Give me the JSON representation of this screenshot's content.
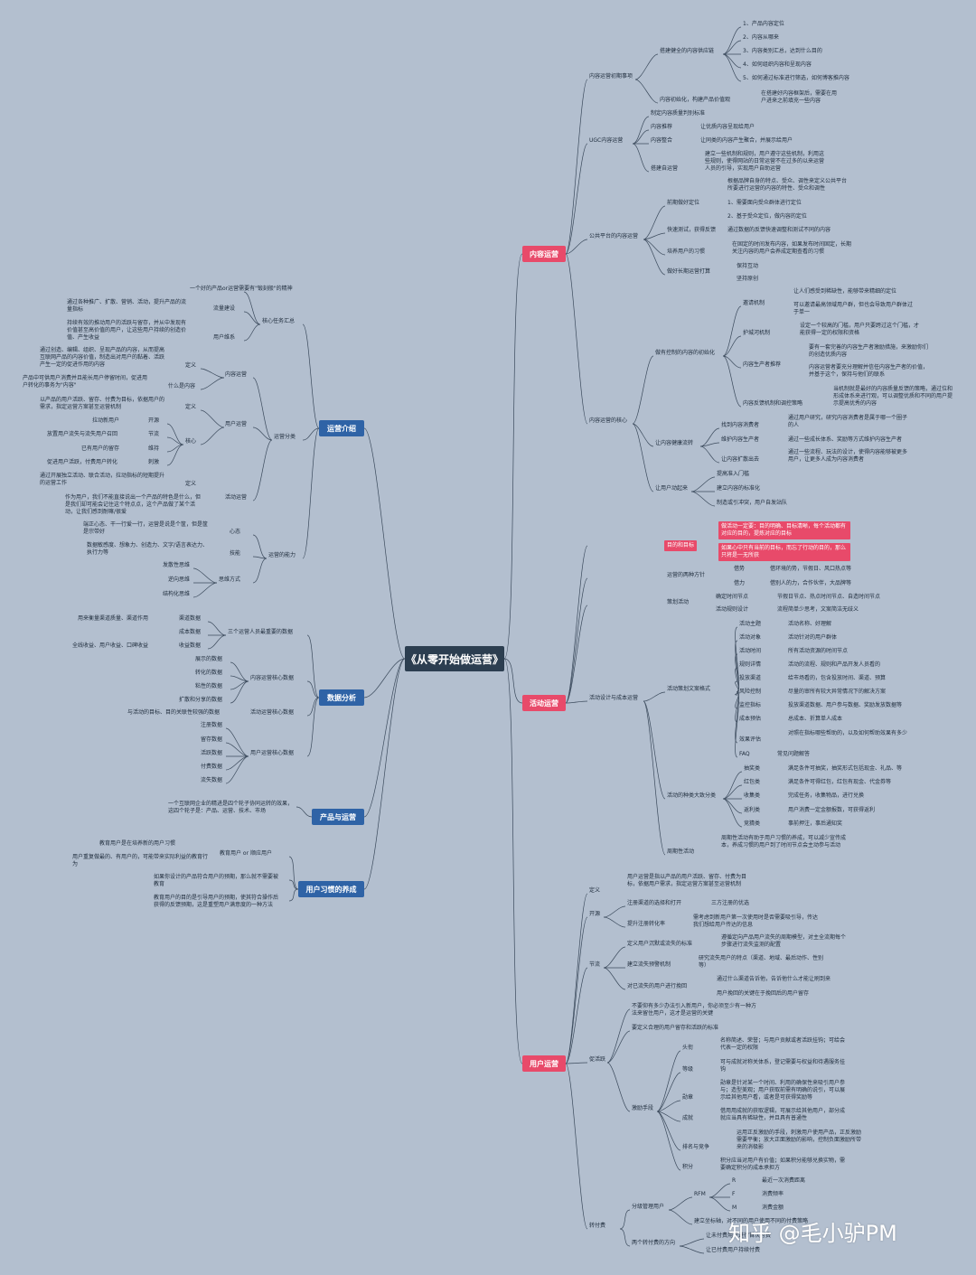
{
  "root": "《从零开始做运营》",
  "watermark": "知乎 @毛小驴PM",
  "branches": {
    "content": "内容运营",
    "activity": "活动运营",
    "user": "用户运营",
    "intro": "运营介绍",
    "data": "数据分析",
    "product": "产品与运营",
    "habit": "用户习惯的养成"
  },
  "content": {
    "s1": "内容运营初期事项",
    "s1a": "搭建健全的内容供应链",
    "s1a_items": [
      "1、产品内容定位",
      "2、内容从哪来",
      "3、内容类别汇总，达到什么目的",
      "4、如何组织内容和呈现内容",
      "5、如何通过标准进行筛选，如何博客推内容"
    ],
    "s1b": "内容初始化，构建产品价值观",
    "s1b_d": "在搭建好内容框架后，需要在用户进来之前填充一些内容",
    "s2": "UGC内容运营",
    "s2_items": [
      "制定内容质量判别标准",
      "内容推荐",
      "内容整合",
      "搭建自运营"
    ],
    "s2_d": [
      "让优质内容呈现给用户",
      "让同类的内容产生聚合，并展示给用户",
      "建立一些机制和规则，用户遵守这些机制，利用这些规则，使得网站的日常运营不在过多的以来运营人员的引导，实现用户自助运营"
    ],
    "s3": "公共平台的内容运营",
    "s3_items": [
      "前期做好定位",
      "快速测试，获得反馈",
      "培养用户的习惯",
      "做好长期运营打算"
    ],
    "s3_d": [
      "根据品牌自身的特点、受众、调性来定义公共平台所要进行运营的内容的特性、受众和调性",
      "1、需要面向受众群体进行定位",
      "2、基于受众定位，做内容的定位",
      "通过数据的反馈快速调整和测试不同的内容",
      "在固定的时间发布内容，如果发布时间固定，长期关注内容的用户会养成定期查看的习惯",
      "保持互动",
      "坚持原创"
    ],
    "s4": "内容运营的核心",
    "s4a": "做有控制的内容的初始化",
    "s4a_items": [
      "邀请机制",
      "护城河机制",
      "内容生产者推荐",
      "内容反馈机制和调控策略"
    ],
    "s4a_d": [
      "让人们感受到稀缺性，能够带来精细的定位",
      "可以邀请最高领域用户群，但也会导致用户群体过于单一",
      "设定一个较高的门槛，用户只要跨过这个门槛，才能获得一定的权限和资格",
      "要有一套完善的内容生产者激励措施，来激励你们的创造优质内容",
      "内容运营者要充分理解并信任内容生产者的价值，并基于这个，保持与他们的联系",
      "当机制就是最好的内容质量反馈的策略，通过位和形成体系来进行观，可以调整优质和不同的用户提示提高优秀的内容"
    ],
    "s4b": "让内容健康流转",
    "s4b_items": [
      "找到内容消费者",
      "维护内容生产者",
      "让内容扩散出去"
    ],
    "s4b_d": [
      "通过用户研究，研究内容消费者是属于哪一个圈子的人",
      "通过一些成长体系、奖励等方式维护内容生产者",
      "通过一些流程、玩法的设计，使得内容能够被更多用户，让更多人成为内容消费者"
    ],
    "s4c": "让用户动起来",
    "s4c_items": [
      "提高准入门槛",
      "建立内容的标准化",
      "制造或引冲突，用户自发站队"
    ]
  },
  "activity": {
    "goal": "目的和目标",
    "goal_d": [
      "做活动一定要：目的明确、目标清晰，每个活动都有对应的目的，提炼对应的目标",
      "如果心中只有当前的目标，而忘了行动的目的，那么只将是一无所获"
    ],
    "s1": "运营的两种方针",
    "s1_items": [
      "借势",
      "借力"
    ],
    "s1_d": [
      "借环境的势，节假日、风口热点等",
      "借别人的力，合作伙伴，大品牌等"
    ],
    "s2": "策划活动",
    "s2_items": [
      "确定时间节点",
      "活动规则设计"
    ],
    "s2_d": [
      "节假日节点、热点时间节点、自造时间节点",
      "流程简单少思考，文案简洁无歧义"
    ],
    "s3": "活动设计与成本运营",
    "s3a": "活动策划文案格式",
    "s3a_items": [
      "活动主题",
      "活动对象",
      "活动时间",
      "规则详情",
      "投放渠道",
      "风险控制",
      "监控指标",
      "成本预估",
      "效果评估",
      "FAQ"
    ],
    "s3a_d": [
      "活动名称、好理解",
      "活动针对的用户群体",
      "所有活动资源的时间节点",
      "活动的流程、规则和产品开发人员看的",
      "给市场看的，包含投放时间、渠道、预算",
      "尽量的审所有较大异常情况下的解决方案",
      "投放渠道数据、用户参与数据、奖励发放数据等",
      "总成本、折算单人成本",
      "对照在指标哪些帮助的，以及如何帮助效果有多少",
      "常见问题解答"
    ],
    "s3b": "活动的种类大致分类",
    "s3b_items": [
      "抽奖类",
      "红包类",
      "收集类",
      "返利类",
      "竞猜类"
    ],
    "s3b_d": [
      "满足条件可抽奖，抽奖形式包括现金、礼品、等",
      "满足条件可得红包，红包有现金、代金券等",
      "完成任务，收集物品，进行兑换",
      "用户消费一定金额报数，可获得返利",
      "事前押注，事后通知奖"
    ],
    "s3c": "周期性活动",
    "s3c_d": "周期性活动有助于用户习惯的养成，可以减少宣传成本，养成习惯的用户到了时间节点会主动参与活动"
  },
  "user": {
    "s1": "定义",
    "s1_d": "用户运营是指以产品的用户活跃、留存、付费为目标，依据用户需求，指定运营方案甚至运营机制",
    "s2": "开源",
    "s2_items": [
      "注册渠道的选择和打开",
      "提升注册转化率"
    ],
    "s2_d": [
      "三方注册的优选",
      "需考虑到新用户第一次使用时是否需要吸引导，传达我们想给用户传达的信息"
    ],
    "s3": "节流",
    "s3_items": [
      "定义用户沉默或流失的标准",
      "建立流失预警机制",
      "对已流失的用户进行挽回"
    ],
    "s3_d": [
      "遵循定向产品用户流失的周期模型，对主全流期每个步骤进行流失监测的配置",
      "研究流失用户的特点（渠道、地域、最后动作、性别等）",
      "通过什么渠道告诉他，告诉他什么才能让刷到来",
      "用户挽回的关键在于挽回后的用户留存"
    ],
    "s4": "促活跃",
    "s4_d1": "不要仰有多少办法引入新用户，你必须至少有一种方法来留住用户，这才是运营的关键",
    "s4_d2": "要定义合理的用户留存和活跃的标准",
    "s4a": "激励手段",
    "s4a_items": [
      "头衔",
      "等级",
      "勋章",
      "成就",
      "排名与竞争",
      "积分"
    ],
    "s4a_d": [
      "名称简述、荣誉；与用户贡献或者活跃挂钩；可给会代表一定的权限",
      "可与成就对称关体系，登记需要与权益和待遇服务挂钩",
      "勋章是针对某一个时间、利用的确保性来吸引用户参与；造型美观；用户获取前需有明确的说引，可以展示给其他用户看，或者是可获得奖励等",
      "借用用成就的获取逻辑，可展示给其他用户，部分成就应当具有稀缺性，并且具有普通性",
      "运用正反激励的手段，刺激用户使用产品，正反激励需要平衡；放大正面激励的影响，控制负面激励所带来的消极影"
    ],
    "s4a_d6": "积分应当对用户有价值；如果积分能够兑换实物，需要确定积分的成本承担方",
    "s5": "转付费",
    "s5a": "分级管理用户",
    "s5a_rfm": "RFM",
    "s5a_items": [
      "R",
      "F",
      "M"
    ],
    "s5a_d": [
      "最近一次消费距离",
      "消费频率",
      "消费金额"
    ],
    "s5b": "建立坐标轴，对不同的用户使用不同的付费策略",
    "s5c": "两个转付费的方向",
    "s5c_items": [
      "让未付费用户进行首次付费",
      "让已付费用户持续付费"
    ]
  },
  "intro": {
    "s1": "核心任务汇总",
    "s1_d0": "一个好的产品or运营需要有\"锻刻般\"的精神",
    "s1_items": [
      "流量建设",
      "用户维系"
    ],
    "s1_d": [
      "通过各种推广、扩散、营销、活动，提升产品的流量指标",
      "持续有效的推动用户的活跃与留存，并从中发现有价值甚至高价值的用户，让这些用户持续的创造价值、产生收益"
    ],
    "s2": "运营分类",
    "s2a": "内容运营",
    "s2a_items": [
      "定义",
      "什么是内容"
    ],
    "s2a_d": [
      "通过创造、编辑、组织、呈现产品的内容，从而提高互联网产品的内容价值，制造出对用户的黏着、活跃产生一定的促进作用的内容",
      "产品中可供用户消费并且能长用户停留时间，促进用户转化的事务为\"内容\""
    ],
    "s2b": "用户运营",
    "s2b_d": "以产品的用户活跃、留存、付费为目标，依据用户的需求，指定运营方案甚至运营机制",
    "s2b_def": "定义",
    "s2b_core": "核心",
    "s2b_items": [
      "开源",
      "节流",
      "维持",
      "刺激"
    ],
    "s2b_idesc": [
      "拉动新用户",
      "放置用户流失与流失用户召回",
      "已有用户的留存",
      "促进用户活跃，付费用户转化"
    ],
    "s2c": "活动运营",
    "s2c_def": "定义",
    "s2c_d1": "通过开展独立活动、联合活动，拉动指标的短期提升的运营工作",
    "s2c_d2": "作为用户，我们不能直接说出一个产品的特色是什么，但是我们却可能会记住这个特点点，这个产品做了某个活动，让我们感到耐嘛/很爱",
    "s3": "运营的能力",
    "s3_items": [
      "心态",
      "技能",
      "思维方式"
    ],
    "s3_d": [
      "端正心态、干一行爱一行，运营是说是个筐，但是筐是宗带好",
      "数据敏感度、想象力、创造力、文字/语言表达力、执行力等"
    ],
    "s3_think": [
      "发散性思维",
      "逆向思维",
      "结构化思维"
    ]
  },
  "data": {
    "s1": "三个运营人员最重要的数据",
    "s1_items": [
      "渠道数据",
      "成本数据",
      "收益数据"
    ],
    "s1_d": [
      "用来衡量渠道质量、渠道作用",
      "",
      "全线收益、用户收益、口碑收益"
    ],
    "s2": "内容运营核心数据",
    "s2_items": [
      "展示的数据",
      "转化的数据",
      "粘性的数据",
      "扩散和分享的数据"
    ],
    "s3": "活动运营核心数据",
    "s3_d": "与活动的目标、目的关联性较强的数据",
    "s4": "用户运营核心数据",
    "s4_items": [
      "注册数据",
      "留存数据",
      "活跃数据",
      "付费数据",
      "流失数据"
    ]
  },
  "product": {
    "d": "一个互联网企业的精进是四个轮子协同运转的效果，这四个轮子是：产品、运营、技术、市场"
  },
  "habit": {
    "s1": "教育用户 or 顺应用户",
    "s1_d": [
      "教育用户是在培养新的用户习惯",
      "用户重复做最的、有用户的，可能带来实际利益的教育行为"
    ],
    "d2": "如果你设计的产品符合用户的预期，那么就不需要被教育",
    "d3": "教育用户的目的是引导用户的预期，使其符合操作后获得的反馈预期，这是重塑用户满意度的一种方法"
  }
}
